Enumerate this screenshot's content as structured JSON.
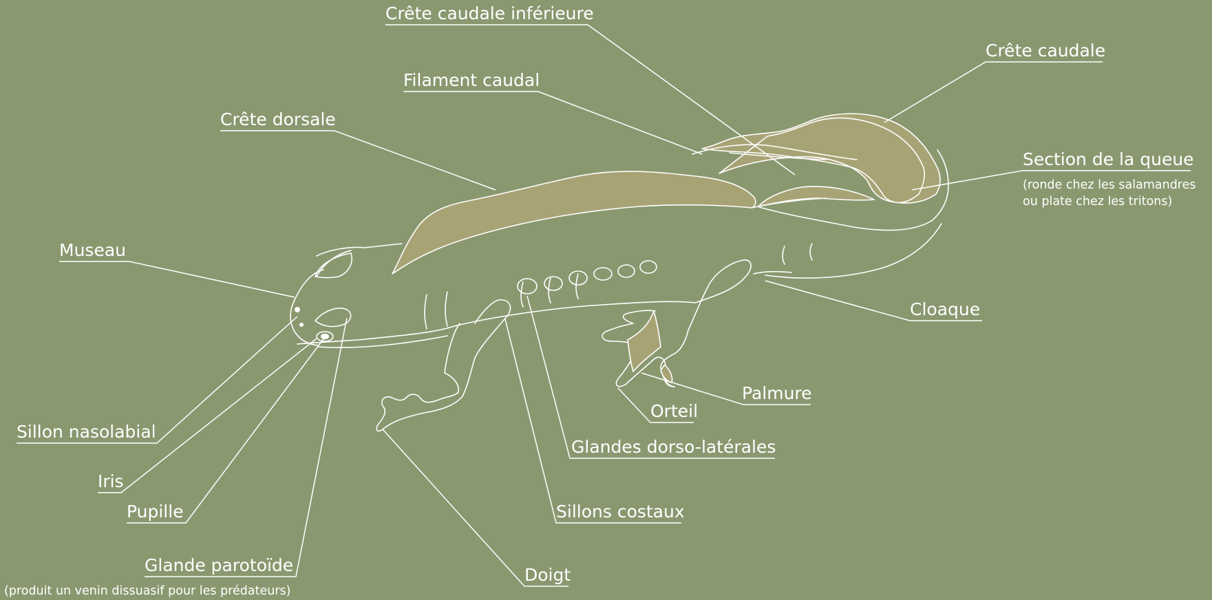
{
  "colors": {
    "background": "#8a9870",
    "line": "#ffffff",
    "crest_fill": "#a8a375"
  },
  "labels": {
    "crete_caudale_inferieure": "Crête caudale inférieure",
    "crete_caudale": "Crête caudale",
    "filament_caudal": "Filament caudal",
    "crete_dorsale": "Crête dorsale",
    "section_queue": "Section de la queue",
    "section_queue_note_1": "(ronde chez les salamandres",
    "section_queue_note_2": "ou plate chez les tritons)",
    "museau": "Museau",
    "cloaque": "Cloaque",
    "palmure": "Palmure",
    "orteil": "Orteil",
    "sillon_nasolabial": "Sillon nasolabial",
    "glandes_dorso_laterales": "Glandes dorso-latérales",
    "iris": "Iris",
    "pupille": "Pupille",
    "sillons_costaux": "Sillons costaux",
    "glande_parotoide": "Glande parotoïde",
    "glande_parotoide_note": "(produit un venin dissuasif pour les prédateurs)",
    "doigt": "Doigt"
  }
}
